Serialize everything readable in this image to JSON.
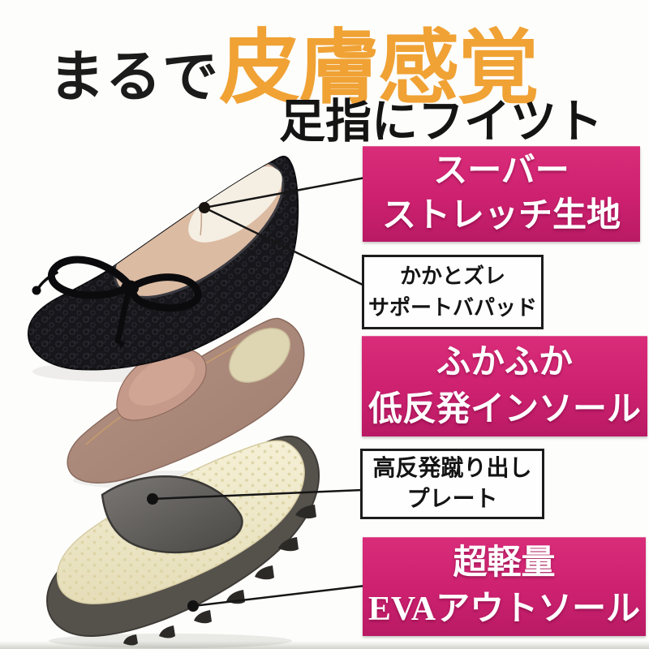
{
  "title": {
    "prefix": "まるで",
    "highlight": "皮膚感覚",
    "subtitle": "足指にフイツト"
  },
  "labels": [
    {
      "name": "super-stretch-fabric",
      "style": "magenta",
      "lines": [
        "スーバー",
        "ストレッチ生地"
      ]
    },
    {
      "name": "heel-support-pad",
      "style": "outline",
      "lines": [
        "かかとズレ",
        "サポートバパッド"
      ]
    },
    {
      "name": "memory-foam-insole",
      "style": "magenta",
      "lines": [
        "ふかふか",
        "低反発インソール"
      ]
    },
    {
      "name": "kickoff-plate",
      "style": "outline",
      "lines": [
        "高反発蹴り出し",
        "プレート"
      ]
    },
    {
      "name": "eva-outsole",
      "style": "magenta",
      "lines": [
        "超軽量",
        "EVAアウトソール"
      ]
    }
  ],
  "colors": {
    "accent_orange": "#F0A235",
    "magenta": "#CD2170",
    "text_black": "#1B1B1B",
    "shoe_black": "#17171B",
    "lining_beige": "#DCBBA3",
    "insole_mauve": "#AB8A7B",
    "heel_pad_cream": "#DED6B2",
    "arch_bump_pink": "#C59A8A",
    "plate_gray": "#5E5B58",
    "midsole_cream": "#F1ECCC",
    "outsole_taupe": "#55514B"
  },
  "diagram": {
    "parts": [
      "ballet-flat-shoe",
      "cushion-insole",
      "kick-plate",
      "eva-midsole-outsole"
    ]
  }
}
